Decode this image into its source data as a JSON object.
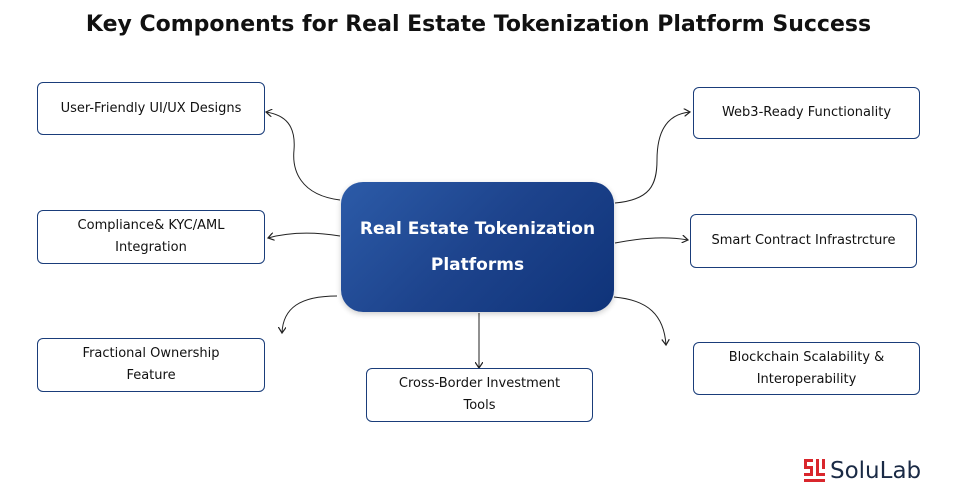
{
  "title": "Key Components for Real Estate Tokenization Platform Success",
  "center": {
    "line1": "Real Estate Tokenization",
    "line2": "Platforms"
  },
  "nodes": {
    "ui_ux": {
      "line1": "User-Friendly UI/UX Designs"
    },
    "compliance": {
      "line1": "Compliance& KYC/AML",
      "line2": "Integration"
    },
    "fractional": {
      "line1": "Fractional Ownership",
      "line2": "Feature"
    },
    "cross_border": {
      "line1": "Cross-Border Investment",
      "line2": "Tools"
    },
    "web3": {
      "line1": "Web3-Ready Functionality"
    },
    "smart_contract": {
      "line1": "Smart Contract Infrastrcture"
    },
    "blockchain": {
      "line1": "Blockchain Scalability &",
      "line2": "Interoperability"
    }
  },
  "logo": {
    "text": "SoluLab",
    "color": "#d9262c"
  },
  "colors": {
    "center": "#1d438c",
    "border": "#1a3d7a",
    "arrow": "#222222"
  }
}
